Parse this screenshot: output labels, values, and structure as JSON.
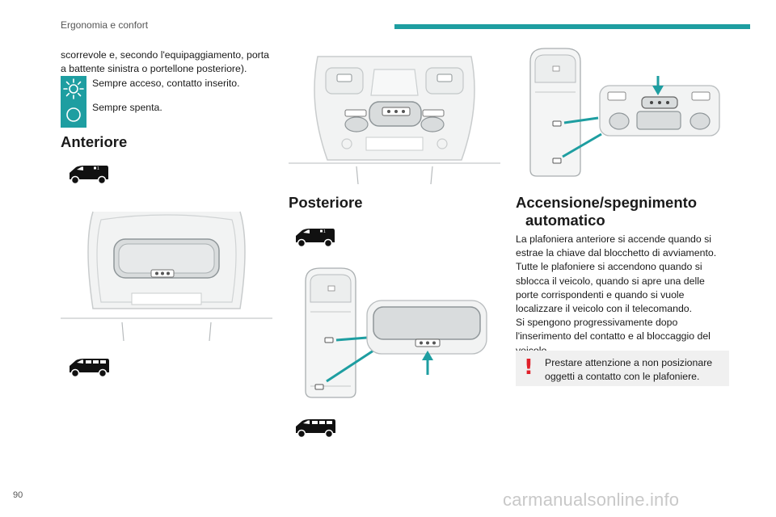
{
  "header": {
    "section": "Ergonomia e confort"
  },
  "intro": "scorrevole e, secondo l'equipaggiamento, porta a battente sinistra o portellone posteriore).",
  "legend": [
    {
      "icon": "sun-icon",
      "text": "Sempre acceso, contatto inserito."
    },
    {
      "icon": "circle-icon",
      "text": "Sempre spenta."
    }
  ],
  "sections": {
    "front": {
      "title": "Anteriore"
    },
    "rear": {
      "title": "Posteriore"
    },
    "auto": {
      "title_line1": "Accensione/spegnimento",
      "title_line2": "automatico",
      "body": [
        "La plafoniera anteriore si accende quando si estrae la chiave dal blocchetto di avviamento.",
        "Tutte le plafoniere si accendono quando si sblocca il veicolo, quando si apre una delle porte corrispondenti e quando si vuole localizzare il veicolo con il telecomando.",
        "Si spengono progressivamente dopo l'inserimento del contatto e al bloccaggio del veicolo."
      ]
    }
  },
  "warning": {
    "mark": "!",
    "text": "Prestare attenzione a non posizionare oggetti a contatto con le plafoniere."
  },
  "footer": {
    "page_number": "90",
    "watermark": "carmanualsonline.info"
  },
  "colors": {
    "accent": "#1e9ea1",
    "warning": "#e0202a"
  }
}
